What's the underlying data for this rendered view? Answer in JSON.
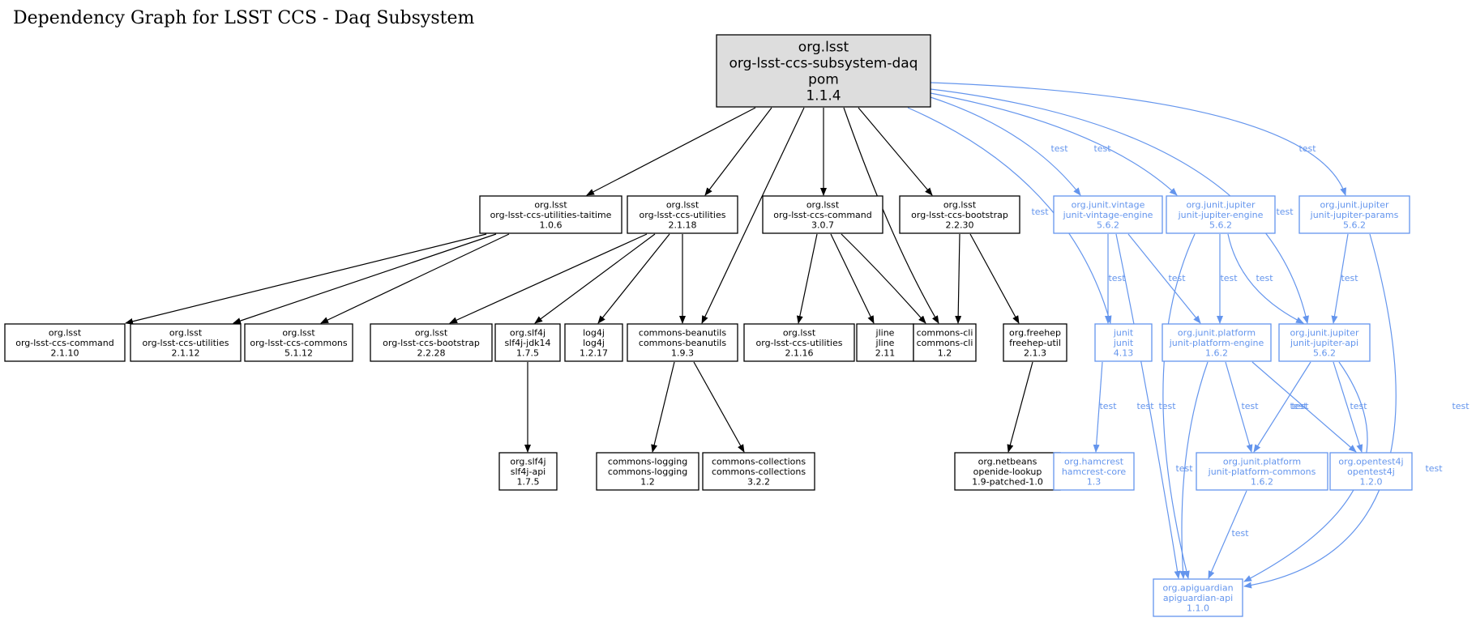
{
  "title": "Dependency Graph for LSST CCS - Daq Subsystem",
  "colors": {
    "compile": "#000000",
    "test": "#6495ed",
    "root_fill": "#dddddd"
  },
  "nodes": [
    {
      "id": "root",
      "root": true,
      "lines": [
        "org.lsst",
        "org-lsst-ccs-subsystem-daq",
        "pom",
        "1.1.4"
      ]
    },
    {
      "id": "taitime",
      "lines": [
        "org.lsst",
        "org-lsst-ccs-utilities-taitime",
        "1.0.6"
      ]
    },
    {
      "id": "util2118",
      "lines": [
        "org.lsst",
        "org-lsst-ccs-utilities",
        "2.1.18"
      ]
    },
    {
      "id": "command307",
      "lines": [
        "org.lsst",
        "org-lsst-ccs-command",
        "3.0.7"
      ]
    },
    {
      "id": "bootstrap2230",
      "lines": [
        "org.lsst",
        "org-lsst-ccs-bootstrap",
        "2.2.30"
      ]
    },
    {
      "id": "vintage",
      "test": true,
      "lines": [
        "org.junit.vintage",
        "junit-vintage-engine",
        "5.6.2"
      ]
    },
    {
      "id": "jupengine",
      "test": true,
      "lines": [
        "org.junit.jupiter",
        "junit-jupiter-engine",
        "5.6.2"
      ]
    },
    {
      "id": "jupparams",
      "test": true,
      "lines": [
        "org.junit.jupiter",
        "junit-jupiter-params",
        "5.6.2"
      ]
    },
    {
      "id": "command2110",
      "lines": [
        "org.lsst",
        "org-lsst-ccs-command",
        "2.1.10"
      ]
    },
    {
      "id": "util2112",
      "lines": [
        "org.lsst",
        "org-lsst-ccs-utilities",
        "2.1.12"
      ]
    },
    {
      "id": "commons5112",
      "lines": [
        "org.lsst",
        "org-lsst-ccs-commons",
        "5.1.12"
      ]
    },
    {
      "id": "bootstrap2228",
      "lines": [
        "org.lsst",
        "org-lsst-ccs-bootstrap",
        "2.2.28"
      ]
    },
    {
      "id": "slf4jjdk",
      "lines": [
        "org.slf4j",
        "slf4j-jdk14",
        "1.7.5"
      ]
    },
    {
      "id": "log4j",
      "lines": [
        "log4j",
        "log4j",
        "1.2.17"
      ]
    },
    {
      "id": "beanutils",
      "lines": [
        "commons-beanutils",
        "commons-beanutils",
        "1.9.3"
      ]
    },
    {
      "id": "util2116",
      "lines": [
        "org.lsst",
        "org-lsst-ccs-utilities",
        "2.1.16"
      ]
    },
    {
      "id": "jline",
      "lines": [
        "jline",
        "jline",
        "2.11"
      ]
    },
    {
      "id": "cli",
      "lines": [
        "commons-cli",
        "commons-cli",
        "1.2"
      ]
    },
    {
      "id": "freehep",
      "lines": [
        "org.freehep",
        "freehep-util",
        "2.1.3"
      ]
    },
    {
      "id": "junit",
      "test": true,
      "lines": [
        "junit",
        "junit",
        "4.13"
      ]
    },
    {
      "id": "platengine",
      "test": true,
      "lines": [
        "org.junit.platform",
        "junit-platform-engine",
        "1.6.2"
      ]
    },
    {
      "id": "jupapi",
      "test": true,
      "lines": [
        "org.junit.jupiter",
        "junit-jupiter-api",
        "5.6.2"
      ]
    },
    {
      "id": "slf4japi",
      "lines": [
        "org.slf4j",
        "slf4j-api",
        "1.7.5"
      ]
    },
    {
      "id": "logging",
      "lines": [
        "commons-logging",
        "commons-logging",
        "1.2"
      ]
    },
    {
      "id": "collections",
      "lines": [
        "commons-collections",
        "commons-collections",
        "3.2.2"
      ]
    },
    {
      "id": "openide",
      "lines": [
        "org.netbeans",
        "openide-lookup",
        "1.9-patched-1.0"
      ]
    },
    {
      "id": "hamcrest",
      "test": true,
      "lines": [
        "org.hamcrest",
        "hamcrest-core",
        "1.3"
      ]
    },
    {
      "id": "platcommons",
      "test": true,
      "lines": [
        "org.junit.platform",
        "junit-platform-commons",
        "1.6.2"
      ]
    },
    {
      "id": "opentest4j",
      "test": true,
      "lines": [
        "org.opentest4j",
        "opentest4j",
        "1.2.0"
      ]
    },
    {
      "id": "apiguardian",
      "test": true,
      "lines": [
        "org.apiguardian",
        "apiguardian-api",
        "1.1.0"
      ]
    }
  ],
  "edges": [
    {
      "from": "root",
      "to": "taitime"
    },
    {
      "from": "root",
      "to": "util2118"
    },
    {
      "from": "root",
      "to": "beanutils"
    },
    {
      "from": "root",
      "to": "command307"
    },
    {
      "from": "root",
      "to": "cli"
    },
    {
      "from": "root",
      "to": "bootstrap2230"
    },
    {
      "from": "root",
      "to": "junit",
      "label": "test"
    },
    {
      "from": "root",
      "to": "vintage",
      "label": "test"
    },
    {
      "from": "root",
      "to": "jupengine",
      "label": "test"
    },
    {
      "from": "root",
      "to": "jupapi",
      "label": "test"
    },
    {
      "from": "root",
      "to": "jupparams",
      "label": "test"
    },
    {
      "from": "taitime",
      "to": "command2110"
    },
    {
      "from": "taitime",
      "to": "util2112"
    },
    {
      "from": "taitime",
      "to": "commons5112"
    },
    {
      "from": "util2118",
      "to": "bootstrap2228"
    },
    {
      "from": "util2118",
      "to": "slf4jjdk"
    },
    {
      "from": "util2118",
      "to": "log4j"
    },
    {
      "from": "util2118",
      "to": "beanutils"
    },
    {
      "from": "command307",
      "to": "util2116"
    },
    {
      "from": "command307",
      "to": "jline"
    },
    {
      "from": "command307",
      "to": "cli"
    },
    {
      "from": "bootstrap2230",
      "to": "cli"
    },
    {
      "from": "bootstrap2230",
      "to": "freehep"
    },
    {
      "from": "vintage",
      "to": "junit",
      "label": "test"
    },
    {
      "from": "vintage",
      "to": "platengine",
      "label": "test"
    },
    {
      "from": "vintage",
      "to": "apiguardian",
      "label": "test"
    },
    {
      "from": "jupengine",
      "to": "platengine",
      "label": "test"
    },
    {
      "from": "jupengine",
      "to": "jupapi",
      "label": "test"
    },
    {
      "from": "jupengine",
      "to": "apiguardian",
      "label": "test"
    },
    {
      "from": "jupparams",
      "to": "jupapi",
      "label": "test"
    },
    {
      "from": "jupparams",
      "to": "apiguardian",
      "label": "test"
    },
    {
      "from": "slf4jjdk",
      "to": "slf4japi"
    },
    {
      "from": "beanutils",
      "to": "logging"
    },
    {
      "from": "beanutils",
      "to": "collections"
    },
    {
      "from": "freehep",
      "to": "openide"
    },
    {
      "from": "junit",
      "to": "hamcrest",
      "label": "test"
    },
    {
      "from": "platengine",
      "to": "platcommons",
      "label": "test"
    },
    {
      "from": "platengine",
      "to": "opentest4j",
      "label": "test"
    },
    {
      "from": "platengine",
      "to": "apiguardian",
      "label": "test"
    },
    {
      "from": "jupapi",
      "to": "platcommons",
      "label": "test"
    },
    {
      "from": "jupapi",
      "to": "opentest4j",
      "label": "test"
    },
    {
      "from": "jupapi",
      "to": "apiguardian",
      "label": "test"
    },
    {
      "from": "platcommons",
      "to": "apiguardian",
      "label": "test"
    }
  ]
}
